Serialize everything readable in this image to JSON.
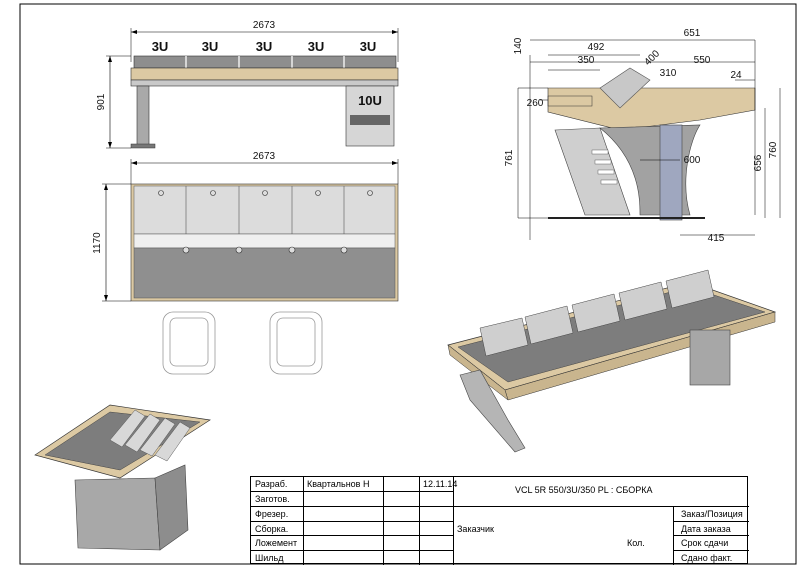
{
  "views": {
    "front": {
      "width_dim": "2673",
      "height_dim": "901",
      "module_labels": [
        "3U",
        "3U",
        "3U",
        "3U",
        "3U"
      ],
      "rack_label": "10U"
    },
    "top": {
      "width_dim": "2673",
      "depth_dim": "1170"
    },
    "side": {
      "dims": [
        "140",
        "492",
        "651",
        "400",
        "350",
        "310",
        "550",
        "24",
        "260",
        "761",
        "600",
        "656",
        "760",
        "415"
      ]
    }
  },
  "title_block": {
    "drawing_title": "VCL 5R 550/3U/350 PL : СБОРКА",
    "date": "12.11.14",
    "rows": [
      {
        "label": "Разраб.",
        "value": "Квартальнов Н"
      },
      {
        "label": "Заготов.",
        "value": ""
      },
      {
        "label": "Фрезер.",
        "value": ""
      },
      {
        "label": "Сборка.",
        "value": ""
      },
      {
        "label": "Ложемент",
        "value": ""
      },
      {
        "label": "Шильд",
        "value": ""
      }
    ],
    "customer_label": "Заказчик",
    "qty_label": "Кол.",
    "right_fields": [
      "Заказ/Позиция",
      "Дата заказа",
      "Срок сдачи",
      "Сдано факт."
    ]
  }
}
